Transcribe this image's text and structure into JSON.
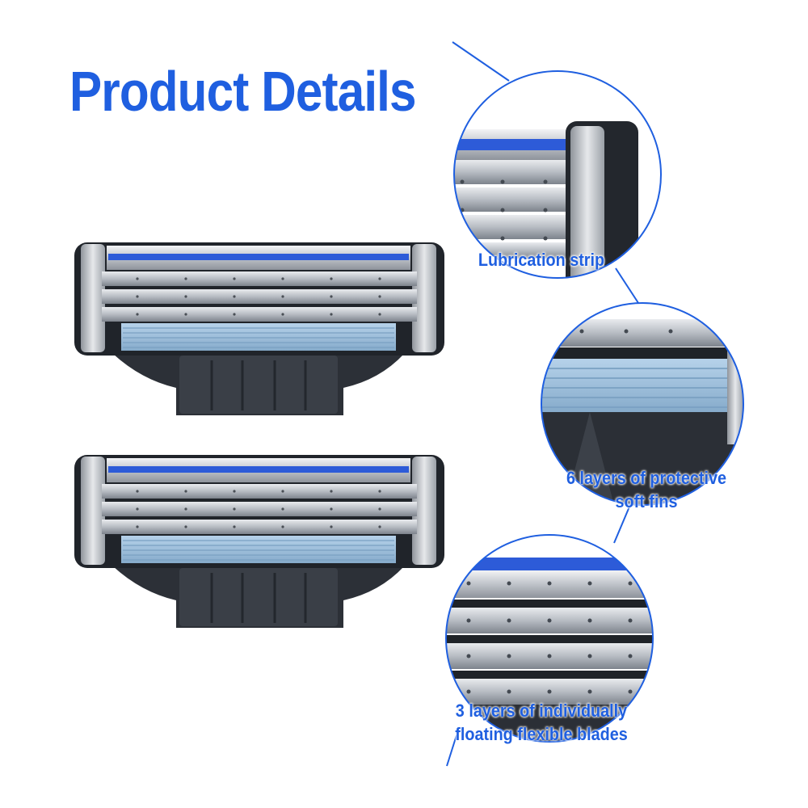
{
  "title": "Product Details",
  "callouts": [
    {
      "lines": [
        "Lubrication strip"
      ]
    },
    {
      "lines": [
        "6 layers of protective",
        "soft fins"
      ]
    },
    {
      "lines": [
        "3 layers of individually",
        "floating flexible blades"
      ]
    }
  ],
  "colors": {
    "accent": "#1f5fe0",
    "lubrication_strip": "#9fc3e0",
    "blue_stripe": "#2d5bd8",
    "dark_body": "#2b2f36",
    "metal": "#c9ccd1"
  }
}
